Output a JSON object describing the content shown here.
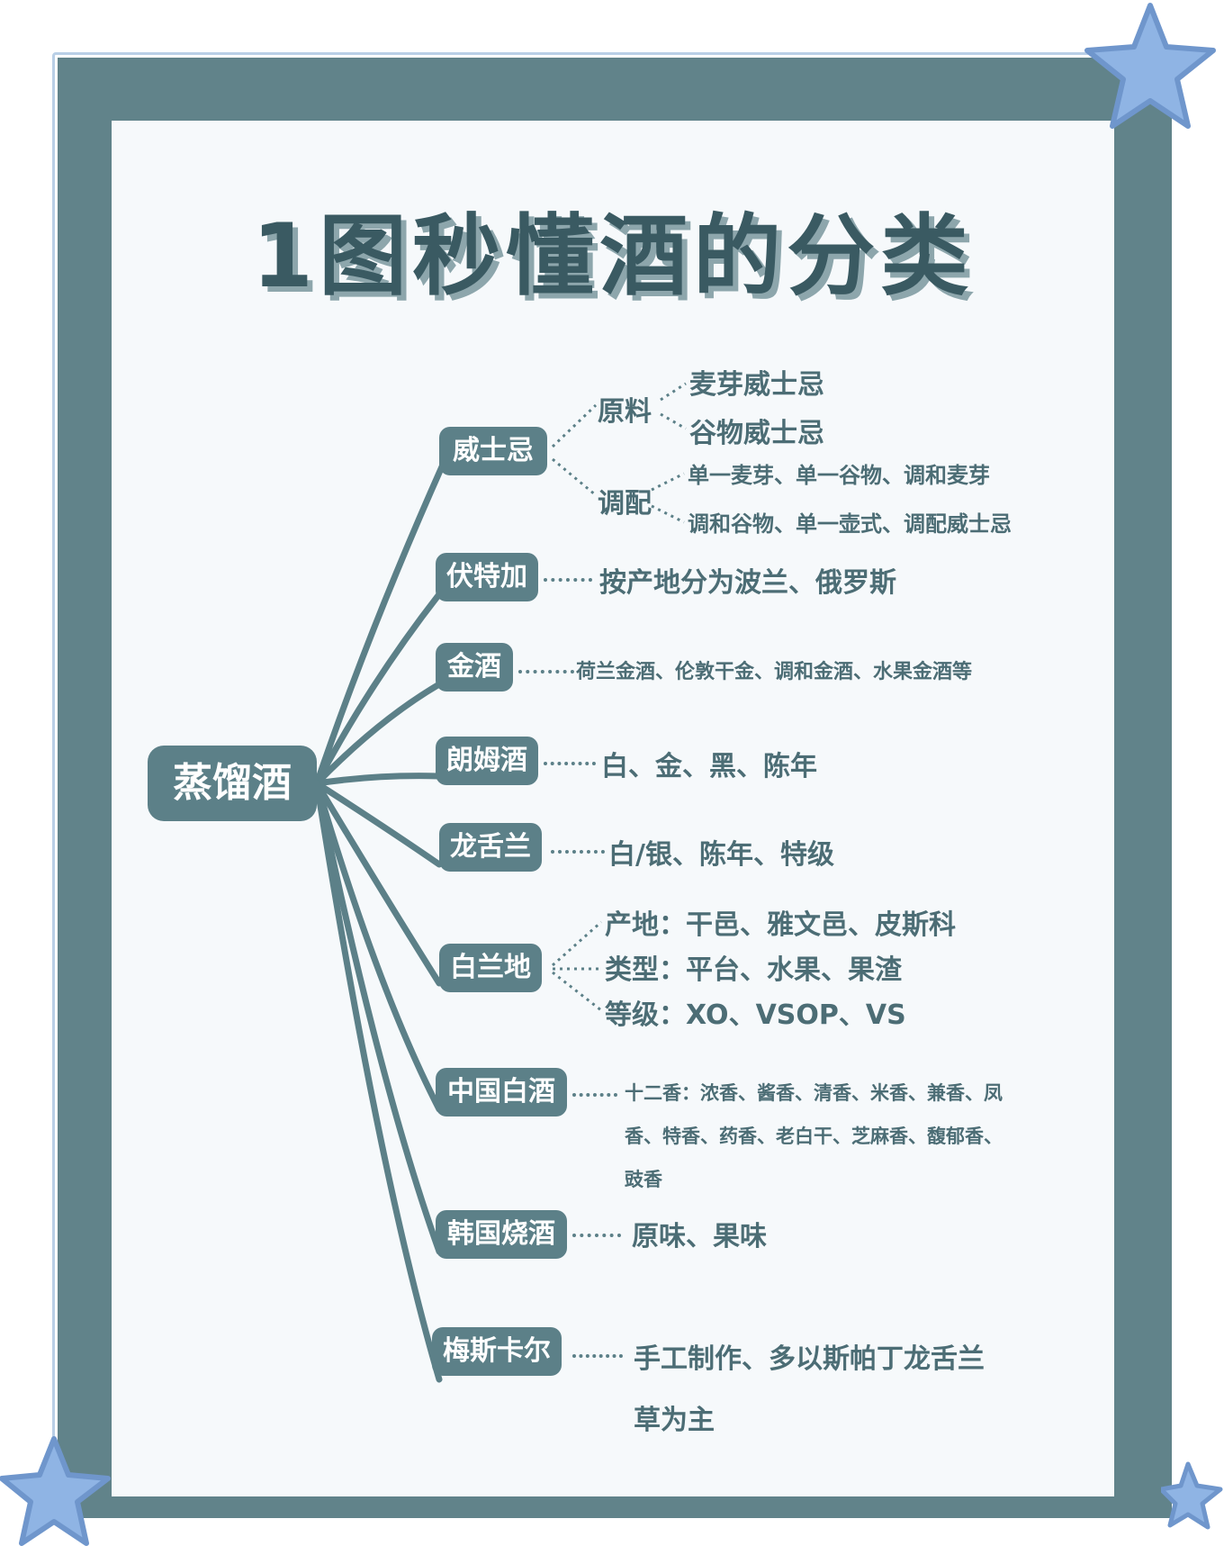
{
  "title": "1图秒懂酒的分类",
  "colors": {
    "frame": "#61838a",
    "node": "#5c8088",
    "text": "#4c6d75",
    "card": "#f6f9fb",
    "star": "#7fa6da"
  },
  "root": "蒸馏酒",
  "categories": [
    {
      "label": "威士忌",
      "groups": [
        {
          "label": "原料",
          "items": [
            "麦芽威士忌",
            "谷物威士忌"
          ]
        },
        {
          "label": "调配",
          "items": [
            "单一麦芽、单一谷物、调和麦芽",
            "调和谷物、单一壶式、调配威士忌"
          ]
        }
      ]
    },
    {
      "label": "伏特加",
      "detail": "按产地分为波兰、俄罗斯"
    },
    {
      "label": "金酒",
      "detail": "荷兰金酒、伦敦干金、调和金酒、水果金酒等"
    },
    {
      "label": "朗姆酒",
      "detail": "白、金、黑、陈年"
    },
    {
      "label": "龙舌兰",
      "detail": "白/银、陈年、特级"
    },
    {
      "label": "白兰地",
      "lines": [
        "产地：干邑、雅文邑、皮斯科",
        "类型：平台、水果、果渣",
        "等级：XO、VSOP、VS"
      ]
    },
    {
      "label": "中国白酒",
      "lines": [
        "十二香：浓香、酱香、清香、米香、兼香、凤",
        "香、特香、药香、老白干、芝麻香、馥郁香、",
        "豉香"
      ]
    },
    {
      "label": "韩国烧酒",
      "detail": "原味、果味"
    },
    {
      "label": "梅斯卡尔",
      "lines": [
        "手工制作、多以斯帕丁龙舌兰",
        "草为主"
      ]
    }
  ]
}
